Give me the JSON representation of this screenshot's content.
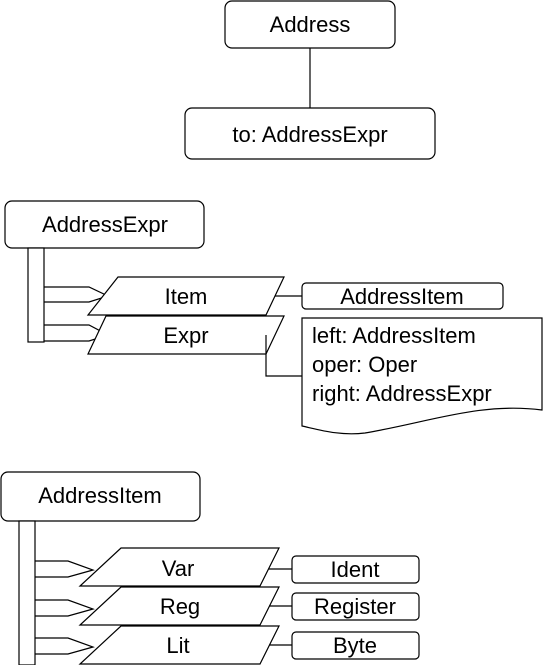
{
  "address": {
    "title": "Address",
    "field": "to: AddressExpr"
  },
  "address_expr": {
    "title": "AddressExpr",
    "variants": [
      {
        "label": "Item",
        "target": "AddressItem"
      },
      {
        "label": "Expr",
        "fields": [
          "left: AddressItem",
          "oper: Oper",
          "right: AddressExpr"
        ]
      }
    ]
  },
  "address_item": {
    "title": "AddressItem",
    "variants": [
      {
        "label": "Var",
        "target": "Ident"
      },
      {
        "label": "Reg",
        "target": "Register"
      },
      {
        "label": "Lit",
        "target": "Byte"
      }
    ]
  }
}
